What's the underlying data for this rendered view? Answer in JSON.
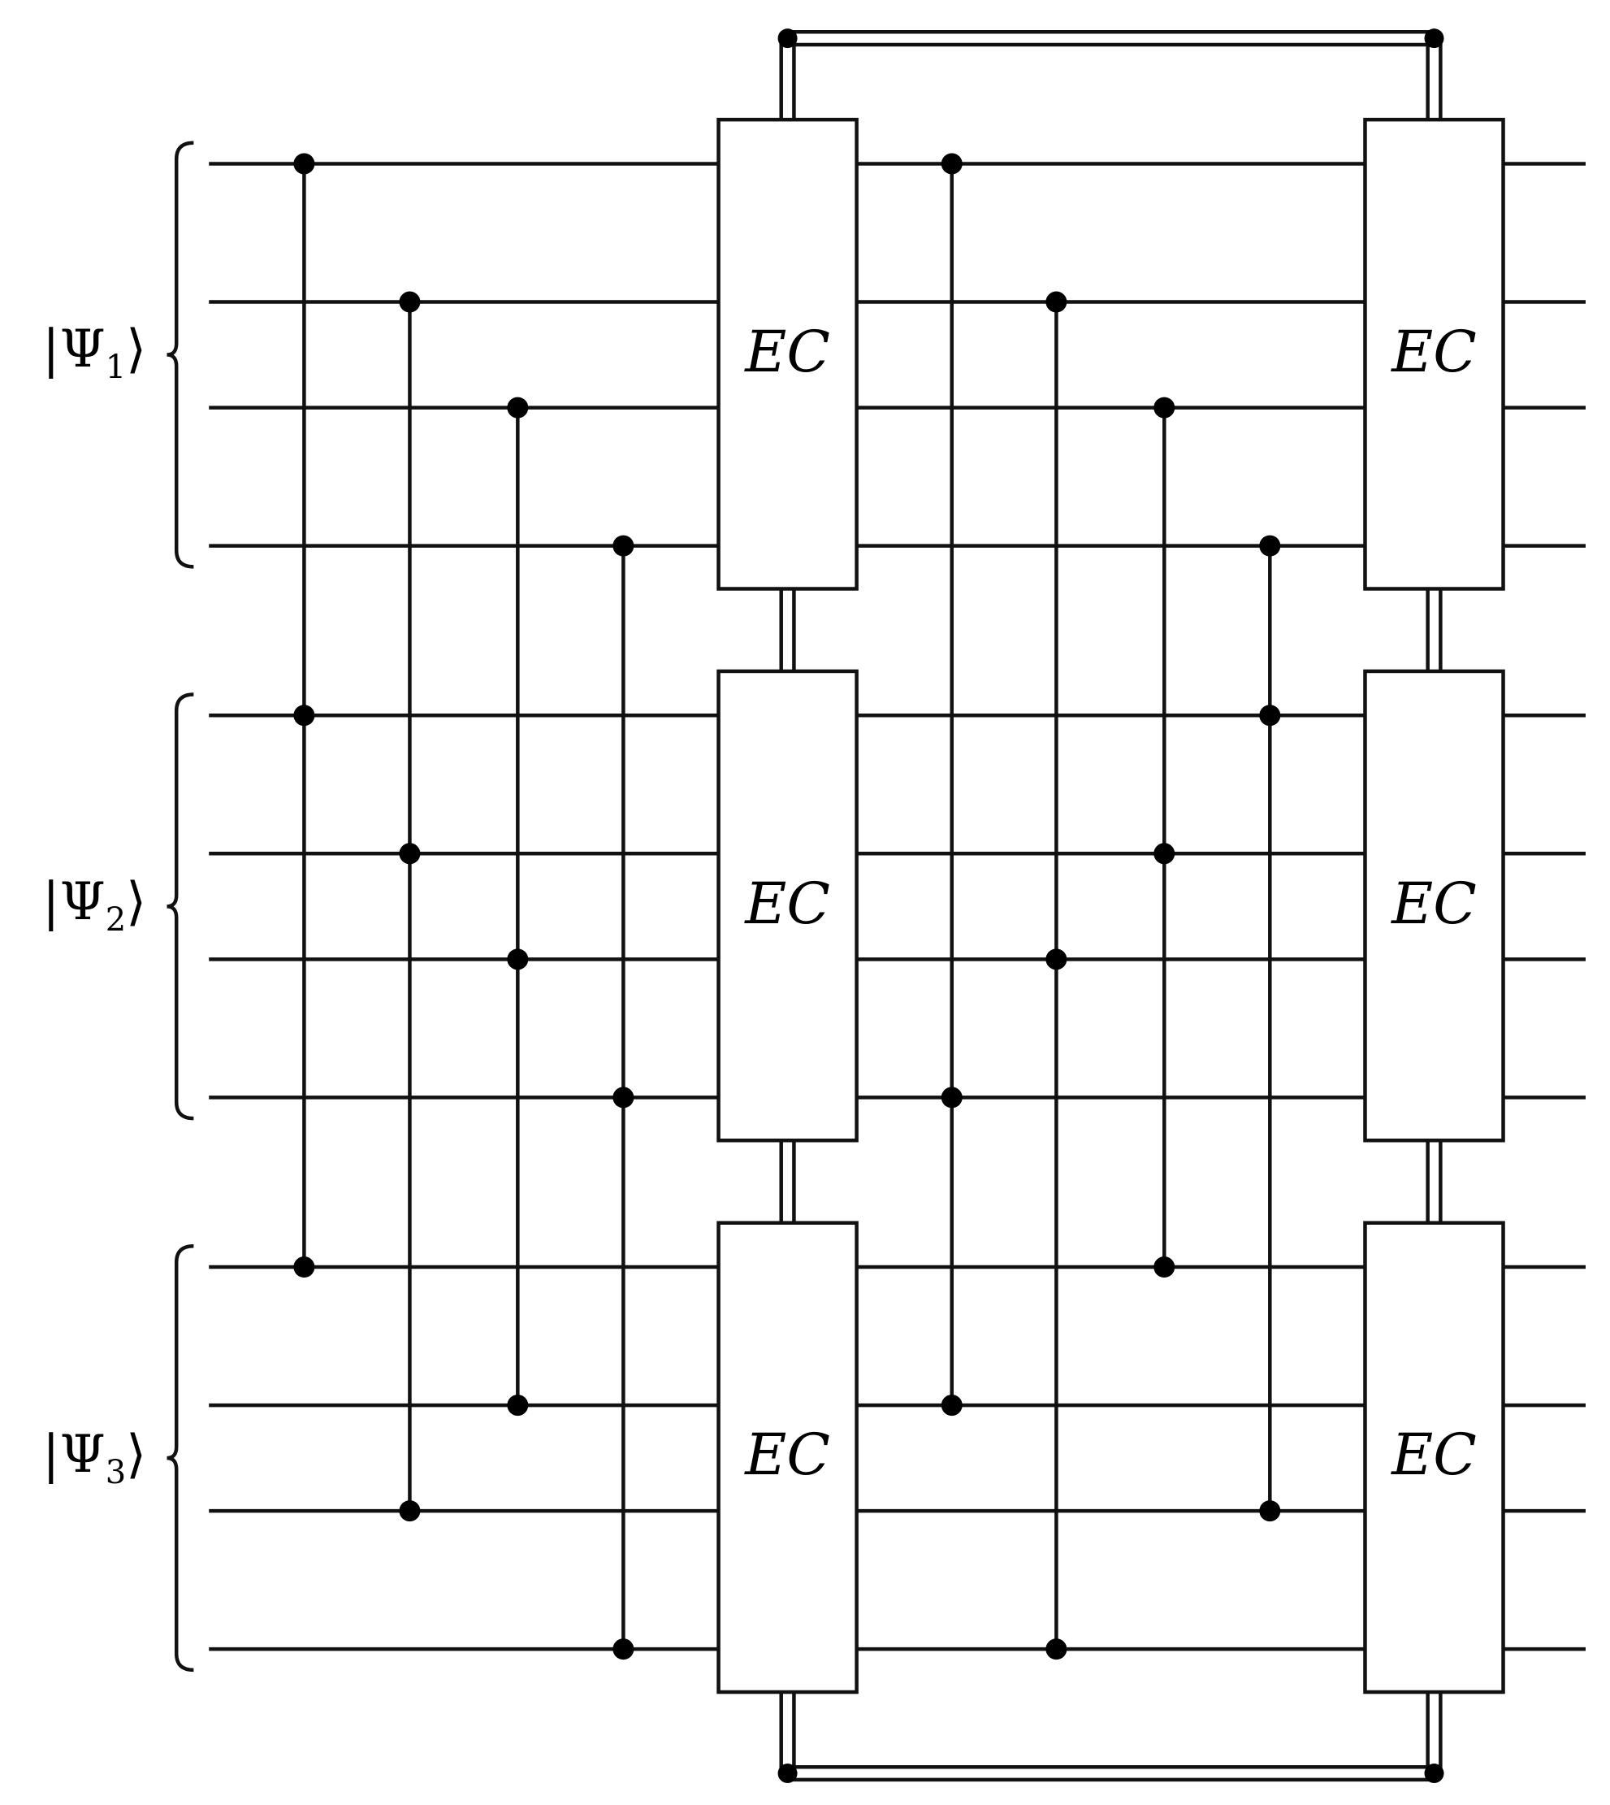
{
  "states": [
    {
      "prefix": "|Ψ",
      "index": "1",
      "suffix": "⟩"
    },
    {
      "prefix": "|Ψ",
      "index": "2",
      "suffix": "⟩"
    },
    {
      "prefix": "|Ψ",
      "index": "3",
      "suffix": "⟩"
    }
  ],
  "ec_label": "EC",
  "circuit": {
    "num_blocks": 3,
    "qubits_per_block": 4,
    "gate_columns": [
      [
        [
          0,
          0
        ],
        [
          1,
          0
        ],
        [
          2,
          0
        ]
      ],
      [
        [
          0,
          1
        ],
        [
          1,
          1
        ],
        [
          2,
          2
        ]
      ],
      [
        [
          0,
          2
        ],
        [
          1,
          2
        ],
        [
          2,
          1
        ]
      ],
      [
        [
          0,
          3
        ],
        [
          1,
          3
        ],
        [
          2,
          3
        ]
      ],
      [
        [
          0,
          0
        ],
        [
          1,
          3
        ],
        [
          2,
          1
        ]
      ],
      [
        [
          0,
          1
        ],
        [
          1,
          2
        ],
        [
          2,
          3
        ]
      ],
      [
        [
          0,
          2
        ],
        [
          1,
          1
        ],
        [
          2,
          0
        ]
      ],
      [
        [
          0,
          3
        ],
        [
          1,
          0
        ],
        [
          2,
          2
        ]
      ]
    ]
  }
}
